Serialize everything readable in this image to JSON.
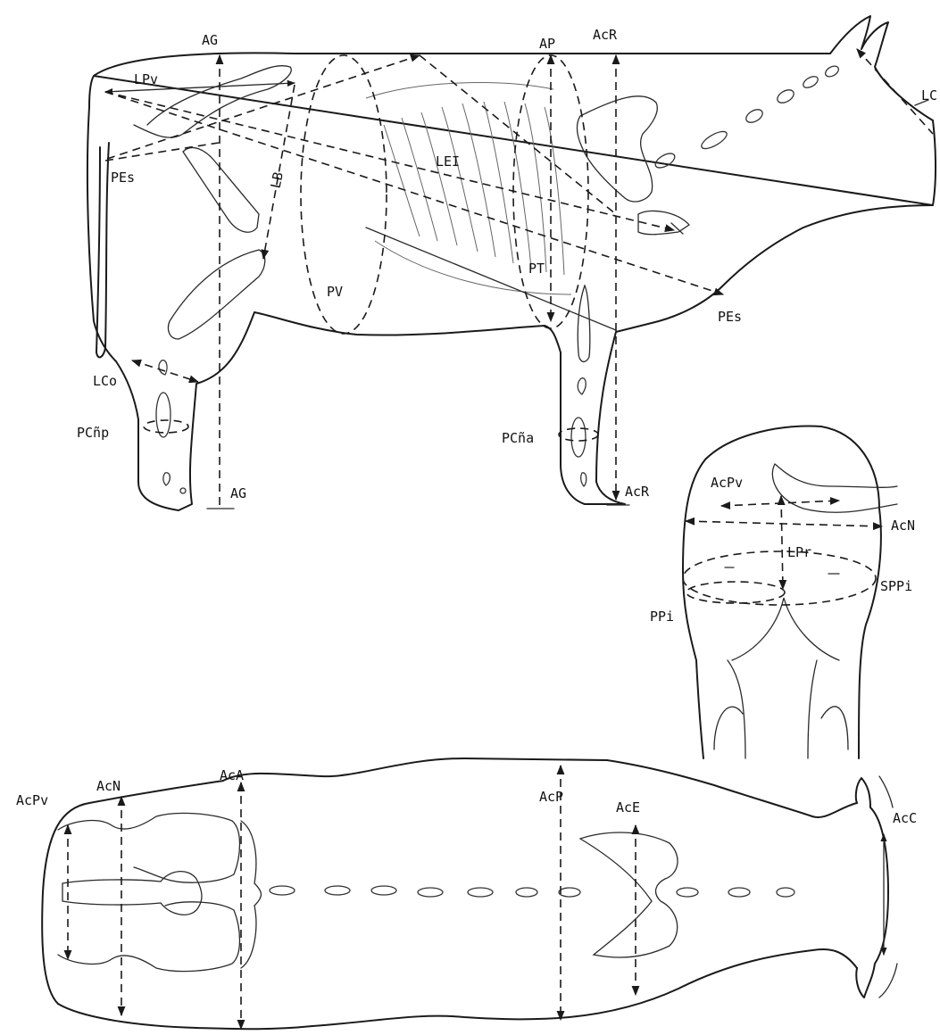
{
  "labels": {
    "AG_top": "AG",
    "AG_bottom": "AG",
    "AP": "AP",
    "AcR_top": "AcR",
    "AcR_bottom": "AcR",
    "LC": "LC",
    "LPv": "LPv",
    "PEs_left": "PEs",
    "PEs_right": "PEs",
    "LB": "LB",
    "LEI": "LEI",
    "PV": "PV",
    "PT": "PT",
    "LCo": "LCo",
    "PCnp": "PCñp",
    "PCna": "PCña",
    "AcPv_rear": "AcPv",
    "AcN_rear": "AcN",
    "LPr": "LPr",
    "SPPi": "SPPi",
    "PPi": "PPi",
    "AcPv_top": "AcPv",
    "AcN_top": "AcN",
    "AcA": "AcA",
    "AcP": "AcP",
    "AcE": "AcE",
    "AcC": "AcC"
  }
}
